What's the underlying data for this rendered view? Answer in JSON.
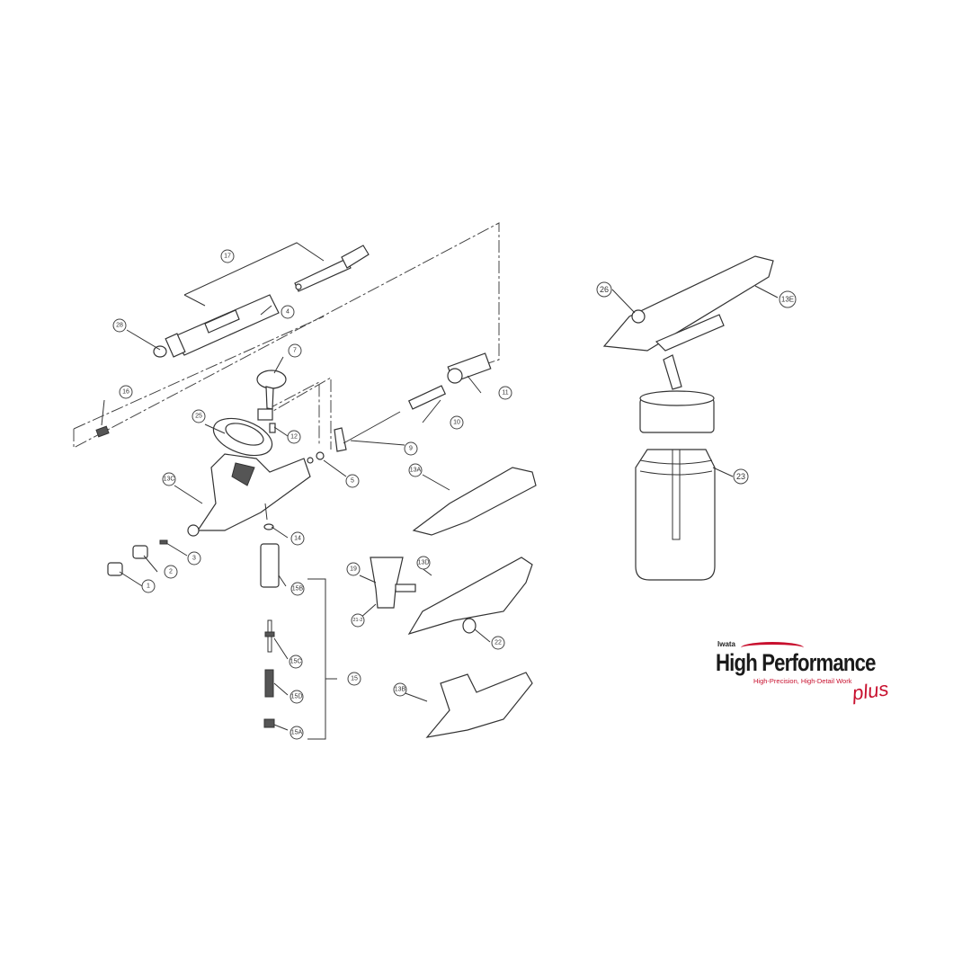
{
  "diagram": {
    "callouts": {
      "p17": "17",
      "p28": "28",
      "p4": "4",
      "p7": "7",
      "p16": "16",
      "p25": "25",
      "p12": "12",
      "p5": "5",
      "p9": "9",
      "p10": "10",
      "p11": "11",
      "p13C": "13C",
      "p13A": "13A",
      "p14": "14",
      "p3": "3",
      "p2": "2",
      "p1": "1",
      "p15B": "15B",
      "p15C": "15C",
      "p15D": "15D",
      "p15A": "15A",
      "p15": "15",
      "p19": "19",
      "p21": "21-2",
      "p13D": "13D",
      "p22": "22",
      "p13B": "13B",
      "p26": "26",
      "p13E": "13E",
      "p23": "23"
    }
  },
  "logo": {
    "brand": "Iwata",
    "title": "High Performance",
    "tagline": "High-Precision, High-Detail Work",
    "suffix": "plus",
    "accent_color": "#c8102e"
  }
}
